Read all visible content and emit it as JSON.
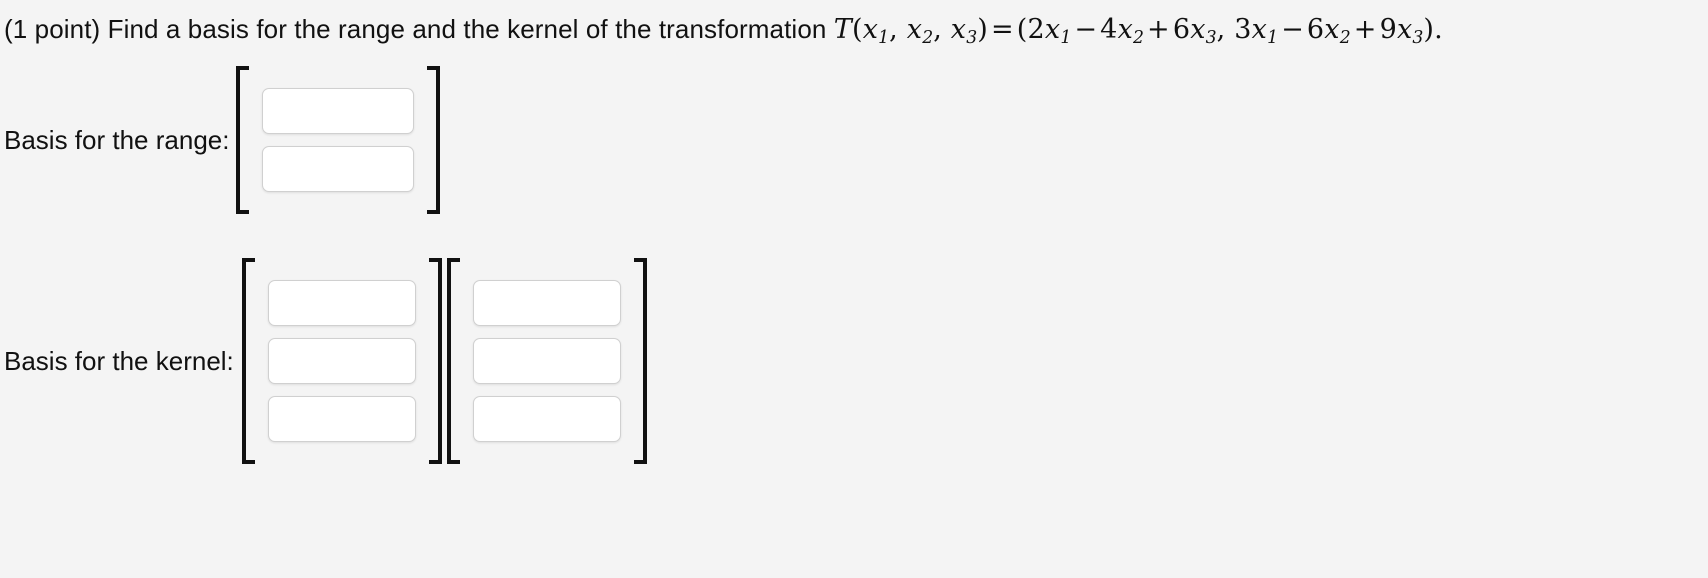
{
  "page": {
    "background_color": "#f4f4f4",
    "text_color": "#111111"
  },
  "problem": {
    "points_label": "(1 point)",
    "prompt": "Find a basis for the range and the kernel of the transformation",
    "math": {
      "function_name": "T",
      "open_paren": "(",
      "var1": "x",
      "var1_sub": "1",
      "comma1": ",",
      "var2": "x",
      "var2_sub": "2",
      "comma2": ",",
      "var3": "x",
      "var3_sub": "3",
      "close_paren": ")",
      "equals": "=",
      "rhs_open": "(",
      "t1_coef": "2",
      "t1_var": "x",
      "t1_sub": "1",
      "t1_op": "−",
      "t2_coef": "4",
      "t2_var": "x",
      "t2_sub": "2",
      "t2_op": "+",
      "t3_coef": "6",
      "t3_var": "x",
      "t3_sub": "3",
      "rhs_comma": ",",
      "t4_coef": "3",
      "t4_var": "x",
      "t4_sub": "1",
      "t4_op": "−",
      "t5_coef": "6",
      "t5_var": "x",
      "t5_sub": "2",
      "t5_op": "+",
      "t6_coef": "9",
      "t6_var": "x",
      "t6_sub": "3",
      "rhs_close": ")",
      "period": "."
    }
  },
  "range_section": {
    "label": "Basis for the range:",
    "vectors": [
      {
        "entries": [
          "",
          ""
        ],
        "placeholders": [
          "",
          ""
        ]
      }
    ]
  },
  "kernel_section": {
    "label": "Basis for the kernel:",
    "vectors": [
      {
        "entries": [
          "",
          "",
          ""
        ],
        "placeholders": [
          "",
          "",
          ""
        ]
      },
      {
        "entries": [
          "",
          "",
          ""
        ],
        "placeholders": [
          "",
          "",
          ""
        ]
      }
    ]
  }
}
